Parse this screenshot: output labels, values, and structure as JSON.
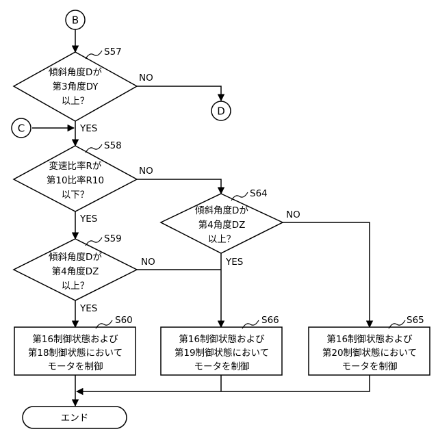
{
  "connectors": {
    "B": "B",
    "C": "C",
    "D": "D"
  },
  "steps": {
    "s57": "S57",
    "s58": "S58",
    "s59": "S59",
    "s60": "S60",
    "s64": "S64",
    "s65": "S65",
    "s66": "S66"
  },
  "decisions": {
    "s57": [
      "傾斜角度Dが",
      "第3角度DY",
      "以上？"
    ],
    "s58": [
      "変速比率Rが",
      "第10比率R10",
      "以下？"
    ],
    "s59": [
      "傾斜角度Dが",
      "第4角度DZ",
      "以上？"
    ],
    "s64": [
      "傾斜角度Dが",
      "第4角度DZ",
      "以上？"
    ]
  },
  "processes": {
    "s60": [
      "第16制御状態および",
      "第18制御状態において",
      "モータを制御"
    ],
    "s66": [
      "第16制御状態および",
      "第19制御状態において",
      "モータを制御"
    ],
    "s65": [
      "第16制御状態および",
      "第20制御状態において",
      "モータを制御"
    ]
  },
  "terminal": "エンド",
  "branch_labels": {
    "s57_no": "NO",
    "s57_yes": "YES",
    "s58_no": "NO",
    "s58_yes": "YES",
    "s59_no": "NO",
    "s59_yes": "YES",
    "s64_no": "NO",
    "s64_yes": "YES"
  }
}
